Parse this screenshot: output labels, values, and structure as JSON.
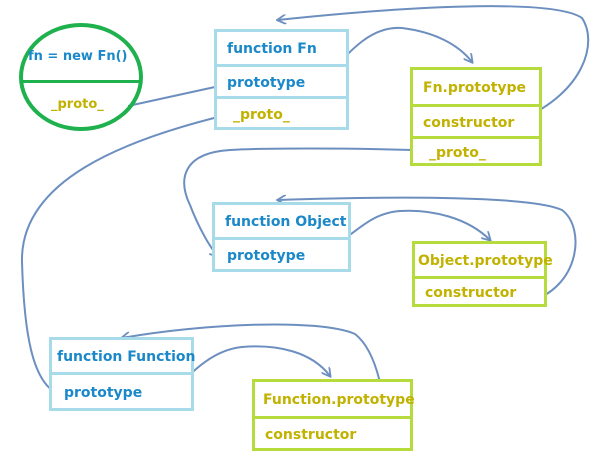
{
  "instance": {
    "title": "fn = new Fn()",
    "proto": "_proto_"
  },
  "fn_box": {
    "title": "function Fn",
    "prototype": "prototype",
    "proto": "_proto_"
  },
  "fn_prototype_box": {
    "title": "Fn.prototype",
    "constructor": "constructor",
    "proto": "_proto_"
  },
  "object_box": {
    "title": "function Object",
    "prototype": "prototype"
  },
  "object_prototype_box": {
    "title": "Object.prototype",
    "constructor": "constructor"
  },
  "function_box": {
    "title": "function Function",
    "prototype": "prototype"
  },
  "function_prototype_box": {
    "title": "Function.prototype",
    "constructor": "constructor"
  },
  "colors": {
    "function_box": "#a7dbe9",
    "prototype_box": "#b5dc3c",
    "instance": "#1fb14d",
    "arrow": "#6c8fc0",
    "blue_text": "#1a88c9",
    "yellow_text": "#c2b200"
  }
}
